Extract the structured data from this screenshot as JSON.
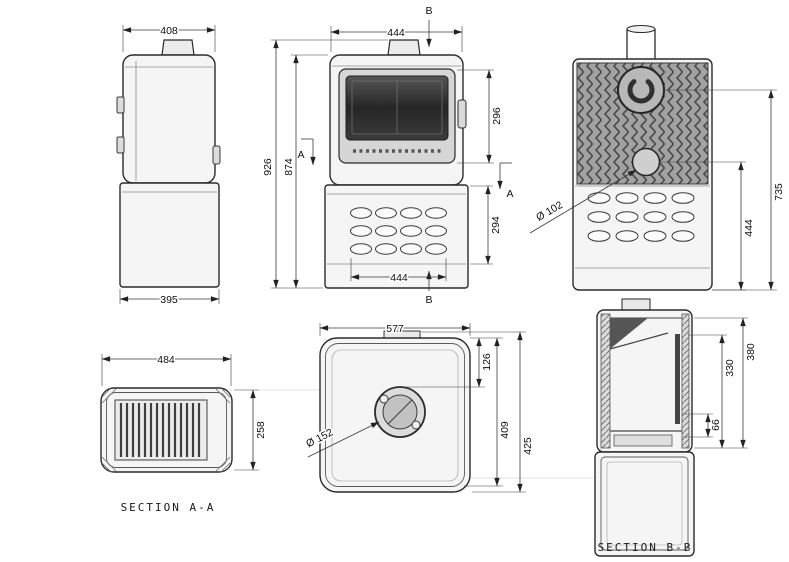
{
  "drawing": {
    "section_labels": {
      "aa": "SECTION A-A",
      "bb": "SECTION B-B"
    },
    "side_view": {
      "width_top": "408",
      "width_bottom": "395"
    },
    "front_view": {
      "section_b": "B",
      "section_a": "A",
      "width_top": "444",
      "height_total": "926",
      "height_body": "874",
      "glass_height": "296",
      "base_height": "294",
      "width_bottom": "444"
    },
    "back_view": {
      "flue_height": "735",
      "outlet_height": "444",
      "outlet_diameter": "Ø 102"
    },
    "section_aa": {
      "width": "484",
      "depth": "258"
    },
    "plan_view": {
      "width": "577",
      "flue_diameter": "Ø 152",
      "flue_offset": "126",
      "depth_inner": "409",
      "depth_outer": "425"
    },
    "section_bb": {
      "height_overall": "380",
      "height_firebox": "330",
      "height_grate": "66"
    }
  }
}
